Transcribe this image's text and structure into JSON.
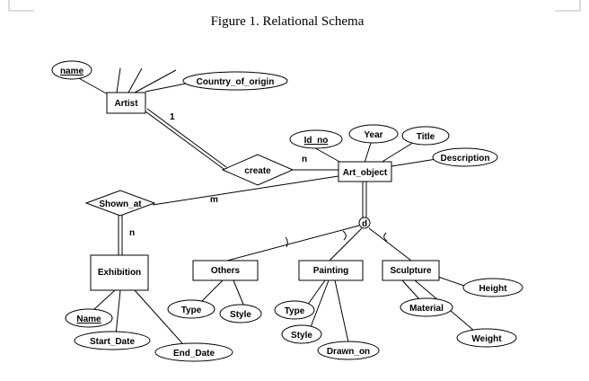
{
  "figure_title": "Figure 1. Relational Schema",
  "entities": {
    "artist": "Artist",
    "art_object": "Art_object",
    "exhibition": "Exhibition",
    "others": "Others",
    "painting": "Painting",
    "sculpture": "Sculpture"
  },
  "relationships": {
    "create": "create",
    "shown_at": "Shown_at"
  },
  "specialization": "d",
  "attributes": {
    "artist_name": "name",
    "country_of_origin": "Country_of_origin",
    "id_no": "Id_no",
    "year": "Year",
    "title": "Title",
    "description": "Description",
    "exhibition_name": "Name",
    "start_date": "Start_Date",
    "end_date": "End_Date",
    "others_type": "Type",
    "others_style": "Style",
    "painting_type": "Type",
    "painting_style": "Style",
    "drawn_on": "Drawn_on",
    "material": "Material",
    "height": "Height",
    "weight": "Weight"
  },
  "cardinalities": {
    "artist_create": "1",
    "create_art_object": "n",
    "art_object_shown_at": "m",
    "shown_at_exhibition": "n"
  }
}
